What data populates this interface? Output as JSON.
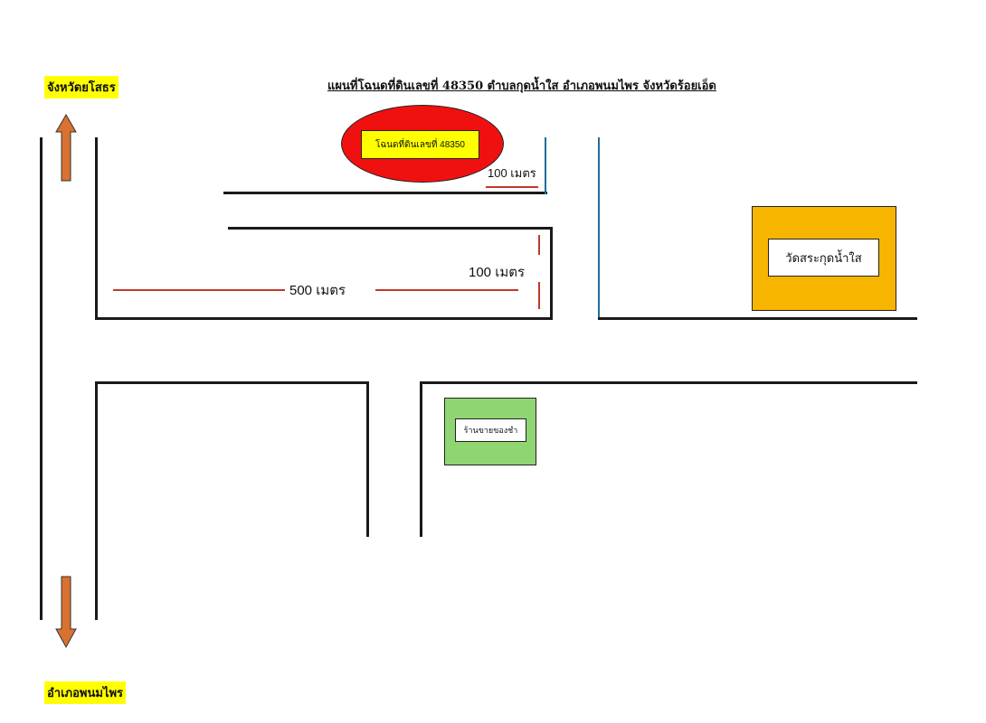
{
  "title": "แผนที่โฉนดที่ดินเลขที่ 48350 ตำบลกุดน้ำใส อำเภอพนมไพร จังหวัดร้อยเอ็ด",
  "directions": {
    "north": "จังหวัดยโสธร",
    "south": "อำเภอพนมไพร"
  },
  "landmarks": {
    "parcel": "โฉนดที่ดินเลขที่ 48350",
    "temple": "วัดสระกุดน้ำใส",
    "shop": "ร้านขายของชำ"
  },
  "distances": {
    "top_segment": "100 เมตร",
    "vertical_segment": "100 เมตร",
    "horizontal_segment": "500 เมตร"
  },
  "colors": {
    "highlight": "#ffff00",
    "parcel_fill": "#f01010",
    "temple_fill": "#f7b500",
    "shop_fill": "#8fd672",
    "arrow_fill": "#d9712f",
    "measure_line": "#c0392b",
    "road_line": "#1a1a1a",
    "canal_line": "#1f6d99"
  }
}
